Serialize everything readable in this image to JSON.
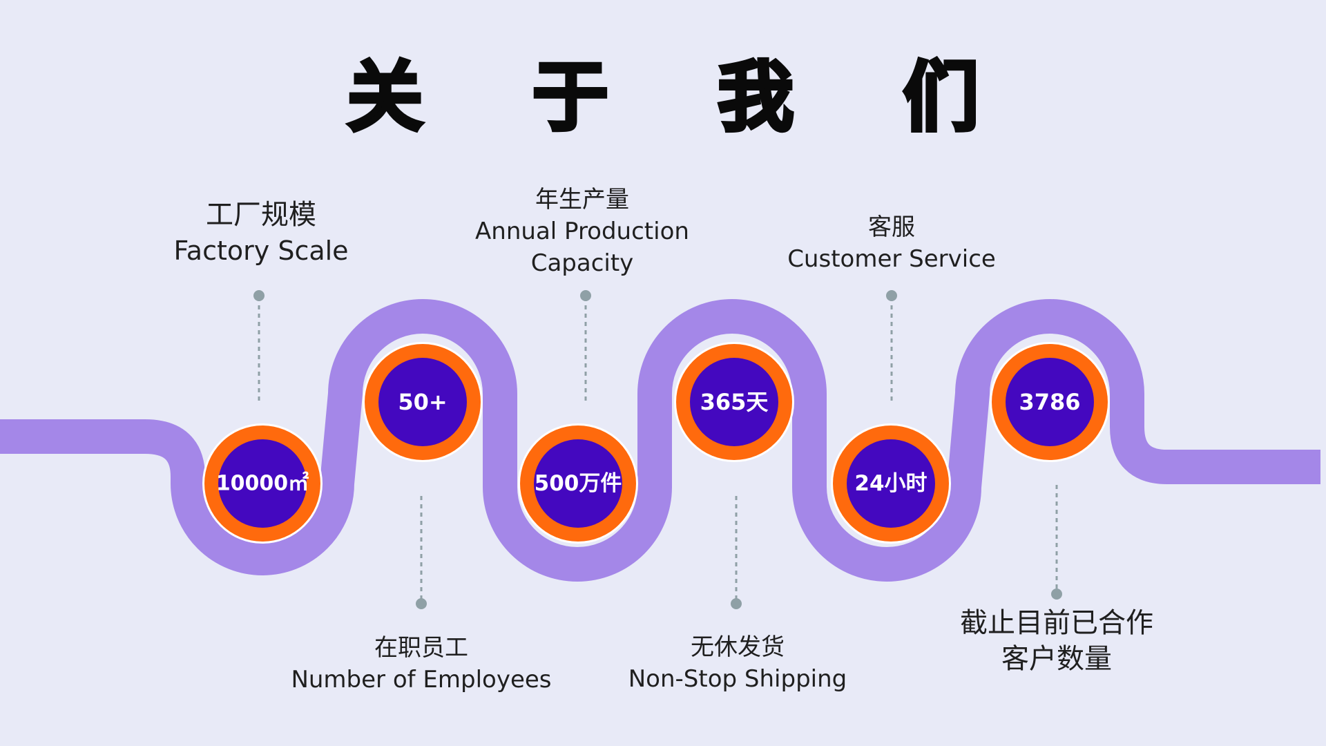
{
  "title": "关 于 我 们",
  "colors": {
    "background": "#e8eaf7",
    "wave": "#a487e8",
    "ring_outer": "#ff6a0d",
    "ring_inner": "#4408bf",
    "connector": "#8fa0a6"
  },
  "items": [
    {
      "value": "10000㎡",
      "zh": "工厂规模",
      "en": "Factory Scale"
    },
    {
      "value": "50+",
      "zh": "在职员工",
      "en": "Number of Employees"
    },
    {
      "value": "500万件",
      "zh": "年生产量",
      "en": "Annual Production Capacity"
    },
    {
      "value": "365天",
      "zh": "无休发货",
      "en": "Non-Stop Shipping"
    },
    {
      "value": "24小时",
      "zh": "客服",
      "en": "Customer Service"
    },
    {
      "value": "3786",
      "zh": "截止目前已合作客户数量",
      "en": ""
    }
  ]
}
